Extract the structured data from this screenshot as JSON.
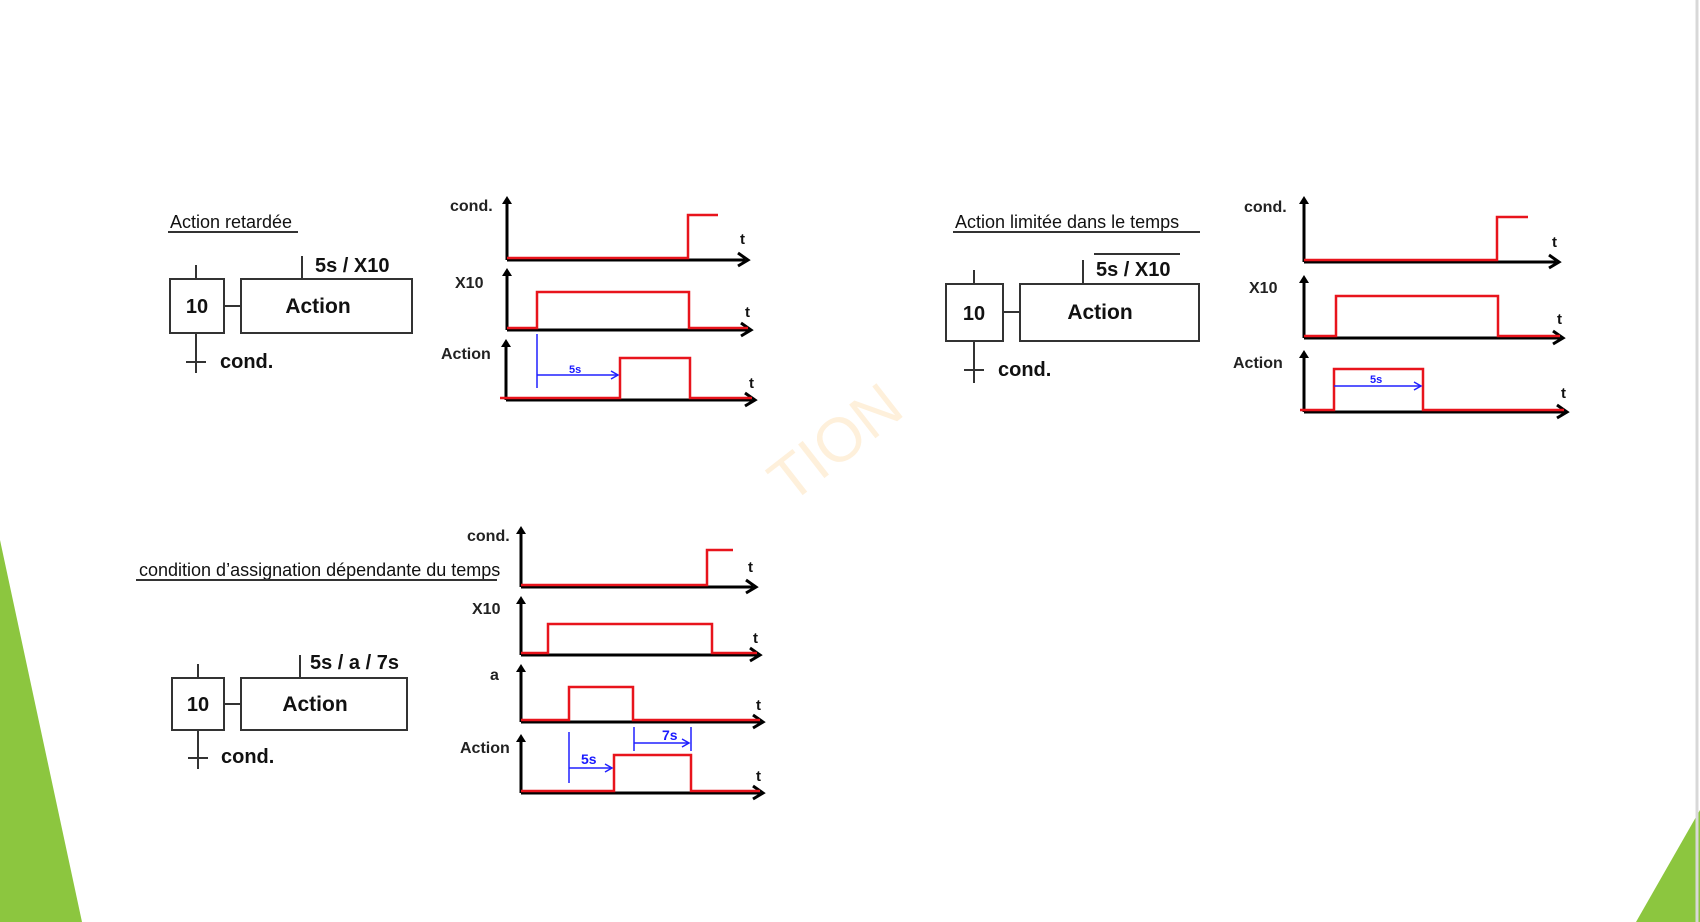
{
  "sections": [
    {
      "title": "Action retardée",
      "step": "10",
      "action": "Action",
      "qualifier": "5s / X10",
      "transition": "cond.",
      "chart": {
        "t_label": "t",
        "signals": [
          {
            "label": "cond."
          },
          {
            "label": "X10"
          },
          {
            "label": "Action"
          }
        ],
        "durations": [
          "5s"
        ]
      }
    },
    {
      "title": "Action limitée dans le temps",
      "step": "10",
      "action": "Action",
      "qualifier": "5s / X10",
      "transition": "cond.",
      "chart": {
        "t_label": "t",
        "signals": [
          {
            "label": "cond."
          },
          {
            "label": "X10"
          },
          {
            "label": "Action"
          }
        ],
        "durations": [
          "5s"
        ]
      }
    },
    {
      "title": "condition d’assignation dépendante du temps",
      "step": "10",
      "action": "Action",
      "qualifier": "5s / a  / 7s",
      "transition": "cond.",
      "chart": {
        "t_label": "t",
        "signals": [
          {
            "label": "cond."
          },
          {
            "label": "X10"
          },
          {
            "label": "a"
          },
          {
            "label": "Action"
          }
        ],
        "durations": [
          "5s",
          "7s"
        ]
      }
    }
  ],
  "watermark": "TION",
  "colors": {
    "signal": "#e8141c",
    "duration": "#2020ff",
    "accent_green": "#8cc63f"
  }
}
